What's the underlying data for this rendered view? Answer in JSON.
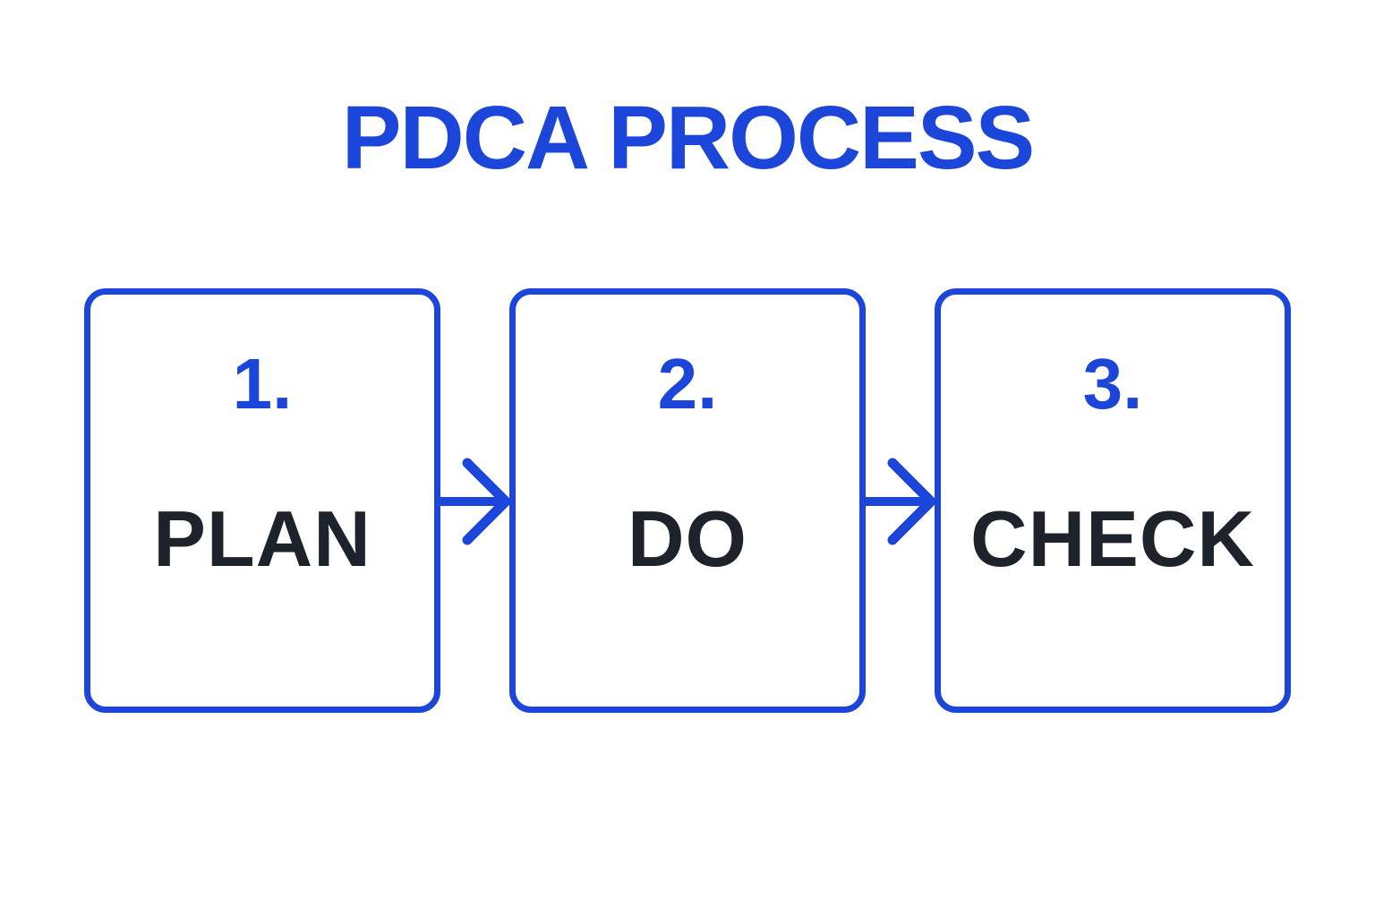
{
  "title": "PDCA PROCESS",
  "colors": {
    "accent_blue": "#1c45d9",
    "text_dark": "#1e222b",
    "background": "#ffffff"
  },
  "steps": [
    {
      "number": "1.",
      "label": "PLAN"
    },
    {
      "number": "2.",
      "label": "DO"
    },
    {
      "number": "3.",
      "label": "CHECK"
    }
  ],
  "arrows": [
    {
      "icon": "right-arrow-icon",
      "from": "PLAN",
      "to": "DO"
    },
    {
      "icon": "right-arrow-icon",
      "from": "DO",
      "to": "CHECK"
    }
  ]
}
